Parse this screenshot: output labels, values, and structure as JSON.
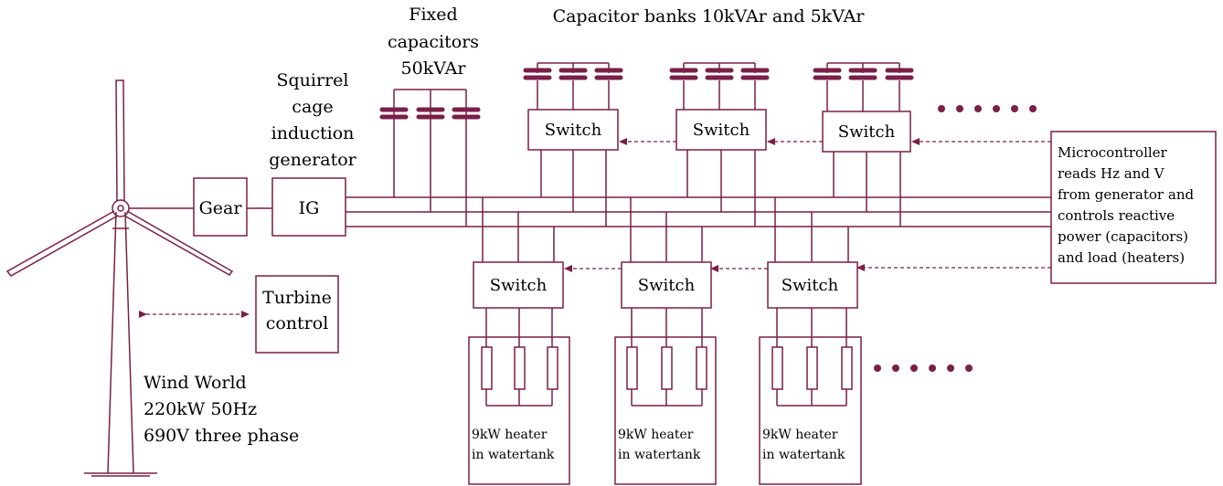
{
  "labels": {
    "fixed_caps": [
      "Fixed",
      "capacitors",
      "50kVAr"
    ],
    "cap_banks_title": "Capacitor banks 10kVAr and 5kVAr",
    "generator": [
      "Squirrel",
      "cage",
      "induction",
      "generator"
    ],
    "gear": "Gear",
    "ig": "IG",
    "switch": "Switch",
    "turbine_control": [
      "Turbine",
      "control"
    ],
    "microcontroller": [
      "Microcontroller",
      "reads Hz and V",
      "from generator and",
      "controls reactive",
      "power (capacitors)",
      "and load (heaters)"
    ],
    "heater": [
      "9kW heater",
      "in watertank"
    ],
    "wind_world": [
      "Wind World",
      "220kW 50Hz",
      "690V three phase"
    ]
  },
  "colors": {
    "line": "#7a1f47",
    "text": "#000000",
    "background": "#ffffff"
  }
}
